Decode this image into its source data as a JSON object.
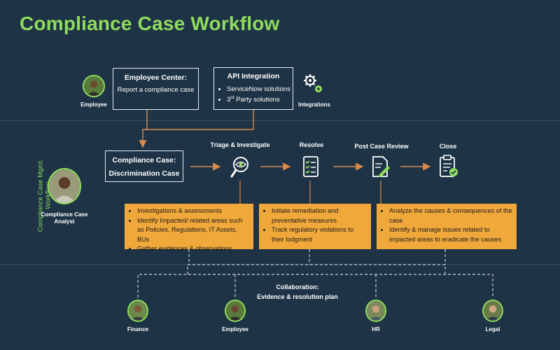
{
  "title": "Compliance Case Workflow",
  "side_label": "Compliance Case Mgmt. Workflow",
  "top": {
    "employee_label": "Employee",
    "employee_center": {
      "title": "Employee Center:",
      "text": "Report a compliance case"
    },
    "api": {
      "title": "API Integration",
      "items": [
        "ServiceNow solutions",
        "3rd Party solutions"
      ]
    },
    "integrations_label": "Integrations"
  },
  "analyst_label": "Compliance Case Analyst",
  "case_box": {
    "line1": "Compliance Case:",
    "line2": "Discrimination Case"
  },
  "steps": [
    {
      "label": "Triage & Investigate",
      "icon": "magnifier-eye-icon"
    },
    {
      "label": "Resolve",
      "icon": "checklist-icon"
    },
    {
      "label": "Post Case Review",
      "icon": "document-pen-icon"
    },
    {
      "label": "Close",
      "icon": "clipboard-check-icon"
    }
  ],
  "notes": [
    [
      "Investigations & assessments",
      "Identify Impacted/ related areas such as Policies, Regulations, IT Assets, BUs",
      "Gather evidences & observations"
    ],
    [
      "Initiate remediation and preventative measures",
      "Track regulatory violations to their lodgment"
    ],
    [
      "Analyze the causes & consequences of the case",
      "Identify & manage issues related to impacted areas to eradicate the causes"
    ]
  ],
  "collaboration": {
    "line1": "Collaboration:",
    "line2": "Evidence & resolution plan"
  },
  "collaborators": [
    "Finance",
    "Employee",
    "HR",
    "Legal"
  ],
  "colors": {
    "background": "#1e3346",
    "accent_green": "#8fdc5c",
    "note_orange": "#f1a83a",
    "connector_orange": "#d98a4a"
  }
}
